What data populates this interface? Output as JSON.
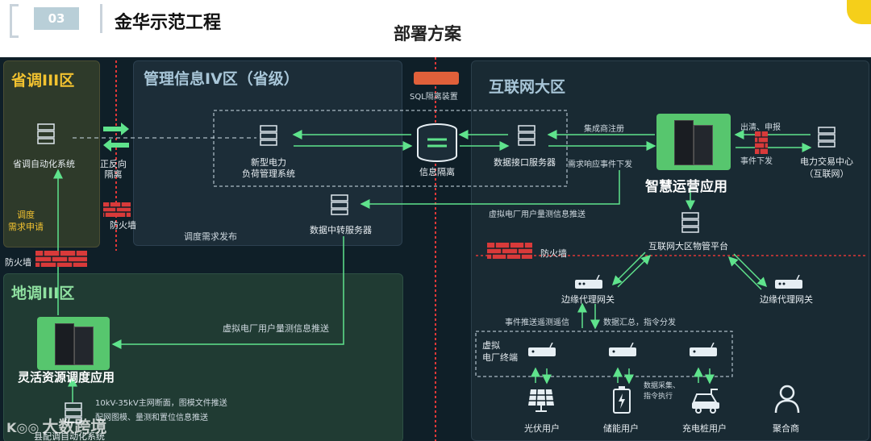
{
  "header": {
    "number": "03",
    "title": "金华示范工程",
    "subtitle": "部署方案"
  },
  "zones": {
    "provincial": "省调III区",
    "management": "管理信息IV区（省级）",
    "internet": "互联网大区",
    "local": "地调III区"
  },
  "nodes": {
    "sql_isolation": "SQL隔离装置",
    "prov_automation": "省调自动化系统",
    "bidirectional_isolation": "正反向\n隔离",
    "firewall": "防火墙",
    "new_power": "新型电力\n负荷管理系统",
    "info_isolation": "信息隔离",
    "data_interface": "数据接口服务器",
    "smart_ops": "智慧运营应用",
    "power_trading": "电力交易中心\n（互联网）",
    "data_relay": "数据中转服务器",
    "iot_platform": "互联网大区物管平台",
    "edge_proxy_left": "边缘代理网关",
    "edge_proxy_right": "边缘代理网关",
    "vpp_terminal": "虚拟\n电厂终端",
    "flex_app": "灵活资源调度应用",
    "county_system": "县配调自动化系统",
    "pv_user": "光伏用户",
    "storage_user": "储能用户",
    "charging_user": "充电桩用户",
    "aggregator": "聚合商"
  },
  "edge_labels": {
    "dispatch_request": "调度\n需求申请",
    "dispatch_publish": "调度需求发布",
    "integrator_register": "集成商注册",
    "demand_response": "需求响应事件下发",
    "clear_declare": "出清、申报",
    "event_issue": "事件下发",
    "vpp_push_top": "虚拟电厂用户量测信息推送",
    "vpp_push_bottom": "虚拟电厂用户量测信息推送",
    "event_push": "事件推送遥测遥信",
    "data_summary": "数据汇总，指令分发",
    "data_collect": "数据采集、\n指令执行",
    "grid_line1": "10kV-35kV主网断面，图模文件推送",
    "grid_line2": "配网图模、量测和置位信息推送"
  },
  "watermark": "大数跨境"
}
